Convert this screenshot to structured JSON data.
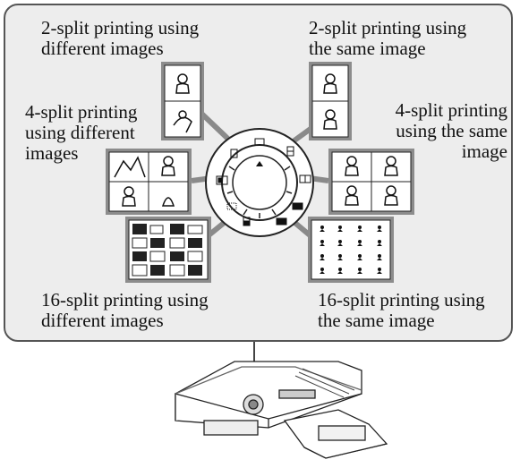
{
  "labels": {
    "two_split_different": "2-split printing using\ndifferent images",
    "two_split_same": "2-split printing using\nthe same image",
    "four_split_different": "4-split printing\nusing different\nimages",
    "four_split_same": "4-split printing\nusing the same\nimage",
    "sixteen_split_different": "16-split printing using\ndifferent images",
    "sixteen_split_same": "16-split printing using\nthe same image"
  }
}
